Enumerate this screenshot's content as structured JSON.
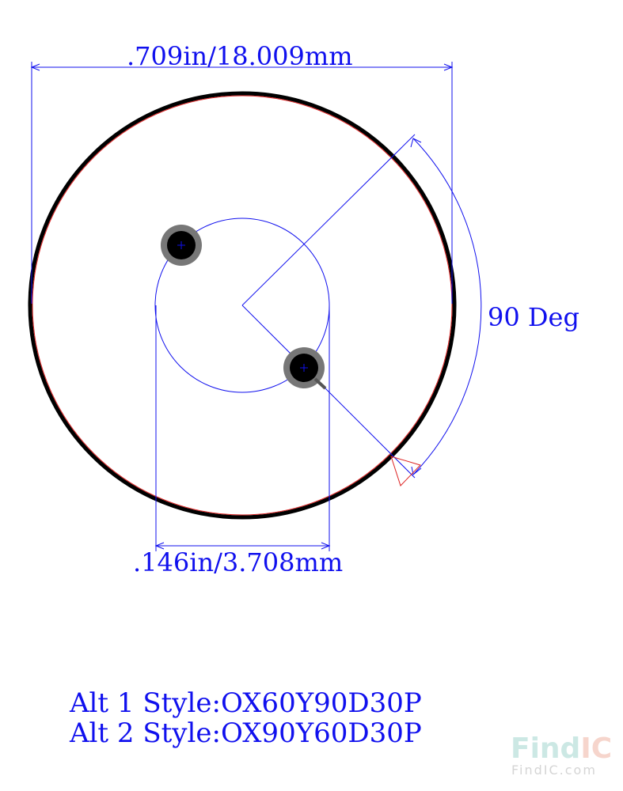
{
  "drawing": {
    "outer_dimension_label": ".709in/18.009mm",
    "inner_dimension_label": ".146in/3.708mm",
    "angle_label": "90 Deg",
    "alt_styles": [
      "Alt 1 Style:OX60Y90D30P",
      "Alt 2 Style:OX90Y60D30P"
    ]
  },
  "colors": {
    "dimension": "#1010ee",
    "outline": "#000000",
    "outline_inner": "#dd2222",
    "pin_ring": "#777777",
    "pin": "#000000"
  },
  "watermark": {
    "logo_text_a": "Find",
    "logo_text_b": "IC",
    "logo_url_text": "FindIC.com"
  }
}
